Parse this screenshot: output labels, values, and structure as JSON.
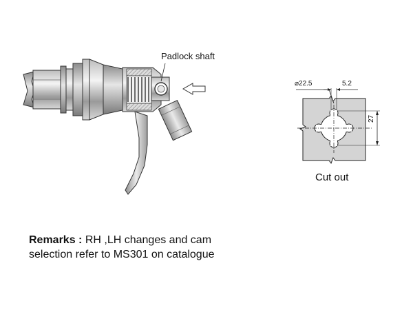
{
  "labels": {
    "padlock_shaft": "Padlock shaft",
    "cutout_caption": "Cut out"
  },
  "dimensions": {
    "diameter_symbol": "⌀",
    "diameter_value": "22.5",
    "slot_width": "5.2",
    "height": "27"
  },
  "remarks": {
    "heading": "Remarks :",
    "line1_rest": "RH ,LH changes and cam",
    "line2": "selection refer to MS301 on catalogue"
  },
  "icons": [
    "lock-body-drawing",
    "padlock-shaft-arrow",
    "cutout-drawing"
  ]
}
